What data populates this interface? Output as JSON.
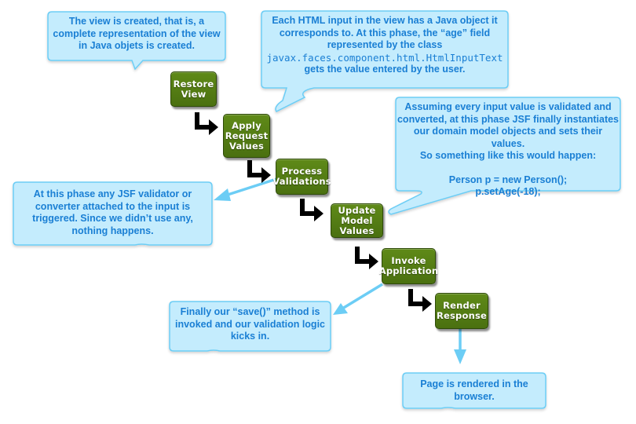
{
  "title": "JSF request processing lifecycle",
  "colors": {
    "bubble_fill": "#c4ecfd",
    "bubble_stroke": "#6ccdf5",
    "bubble_text": "#1a7fd4",
    "phase_fill": "#4f7a12",
    "phase_text": "#ffffff",
    "step_arrow": "#000000",
    "pointer_arrow": "#6ccdf5"
  },
  "phases": [
    {
      "id": "restore-view",
      "lines": [
        "Restore",
        "View"
      ]
    },
    {
      "id": "apply-request-values",
      "lines": [
        "Apply",
        "Request",
        "Values"
      ]
    },
    {
      "id": "process-validations",
      "lines": [
        "Process",
        "Validations"
      ]
    },
    {
      "id": "update-model-values",
      "lines": [
        "Update",
        "Model",
        "Values"
      ]
    },
    {
      "id": "invoke-application",
      "lines": [
        "Invoke",
        "Application"
      ]
    },
    {
      "id": "render-response",
      "lines": [
        "Render",
        "Response"
      ]
    }
  ],
  "callouts": {
    "restore_view": {
      "lines": [
        "The view is created, that is, a",
        "complete representation of the view",
        "in Java objets is created."
      ]
    },
    "apply_request_values": {
      "lines": [
        "Each HTML input in the view has a Java object it",
        "corresponds to. At this phase, the “age” field",
        "represented by the class"
      ],
      "code": "javax.faces.component.html.HtmlInputText",
      "tail": "gets the value entered by the user."
    },
    "update_model_values": {
      "lines": [
        "Assuming every input value is validated and",
        "converted, at this phase JSF finally instantiates",
        "our domain model objects and sets their values.",
        "So something like this would happen:"
      ],
      "code_lines": [
        "Person p = new Person();",
        "p.setAge(-18);"
      ]
    },
    "process_validations": {
      "lines": [
        "At this phase any JSF validator or",
        "converter attached to the input is",
        "triggered. Since we didn’t use any,",
        "nothing happens."
      ]
    },
    "invoke_application": {
      "lines": [
        "Finally our “save()” method is",
        "invoked and our validation logic",
        "kicks in."
      ]
    },
    "render_response": {
      "lines": [
        "Page is rendered in the",
        "browser."
      ]
    }
  }
}
